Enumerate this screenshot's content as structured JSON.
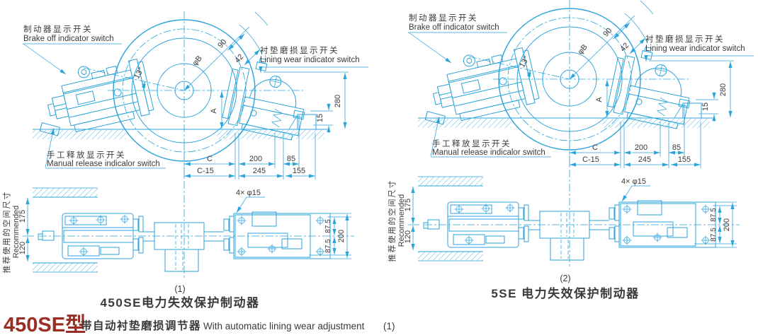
{
  "palette": {
    "line": "#2BA3DB",
    "text": "#3A3A3A",
    "accent_red": "#9B2D22",
    "background": "#FFFFFF"
  },
  "callouts": {
    "brake_off": {
      "zh": "制动器显示开关",
      "en": "Brake off indicator switch"
    },
    "lining_wear": {
      "zh": "衬垫磨损显示开关",
      "en": "Lining wear indicator switch"
    },
    "manual_release": {
      "zh": "手工释放显示开关",
      "en": "Manual release indicalor switch"
    },
    "recommended": {
      "zh": "推荐使用的空间尺寸",
      "en": "Recommended"
    },
    "bolt_holes": "4× φ15"
  },
  "dimensions": {
    "angle": "13°",
    "bore": "φB",
    "radial_90": "90",
    "radial_42": "42",
    "height_a": "A",
    "height_280": "280",
    "offset_15": "15",
    "span_c": "C",
    "span_200": "200",
    "span_85": "85",
    "span_c15": "C-15",
    "span_245": "245",
    "span_155": "155",
    "gap_175": "175",
    "gap_120": "120",
    "half_87a": "87.5",
    "half_87b": "87.5",
    "width_200": "200"
  },
  "figures": {
    "fig1": {
      "index": "(1)",
      "caption": "450SE电力失效保护制动器"
    },
    "fig2": {
      "index": "(2)",
      "caption": "5SE 电力失效保护制动器"
    }
  },
  "footer": {
    "model": "450SE型",
    "subtitle_zh": "带自动衬垫磨损调节器",
    "subtitle_en": "With automatic lining wear adjustment",
    "ref": "(1)"
  }
}
